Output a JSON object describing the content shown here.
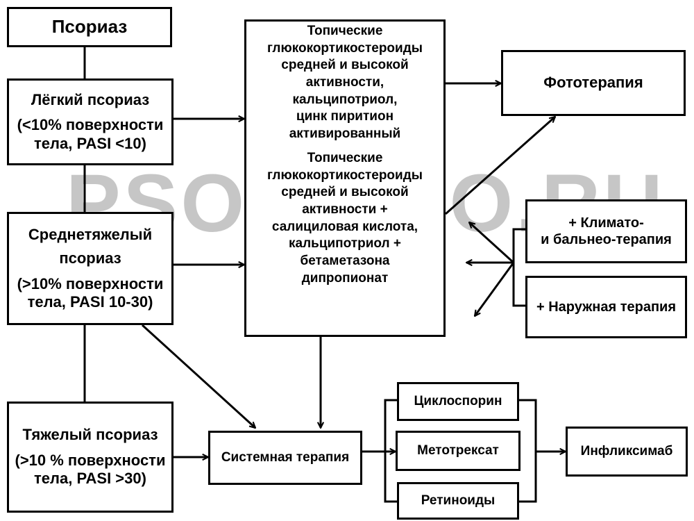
{
  "watermark": "PSORIAZO.RU",
  "nodes": {
    "psoriasis": "Псориаз",
    "mild_title": "Лёгкий псориаз",
    "mild_line1": "(<10% поверхности",
    "mild_line2": "тела, PASI <10)",
    "moderate_title1": "Среднетяжелый",
    "moderate_title2": "псориаз",
    "moderate_line1": "(>10% поверхности",
    "moderate_line2": "тела, PASI 10-30)",
    "severe_title": "Тяжелый псориаз",
    "severe_line1": "(>10 % поверхности",
    "severe_line2": "тела, PASI >30)",
    "topical_a": [
      "Топические",
      "глюкокортикостероиды",
      "средней и высокой",
      "активности,",
      "кальципотриол,",
      "цинк пиритион",
      "активированный"
    ],
    "topical_b": [
      "Топические",
      "глюкокортикостероиды",
      "средней и высокой",
      "активности +",
      "салициловая кислота,",
      "кальципотриол +",
      "бетаметазона",
      "дипропионат"
    ],
    "phototherapy": "Фототерапия",
    "climato1": "+ Климато-",
    "climato2": "и бальнео-терапия",
    "external": "+ Наружная терапия",
    "systemic": "Системная терапия",
    "cyclosporin": "Циклоспорин",
    "methotrexate": "Метотрексат",
    "retinoids": "Ретиноиды",
    "infliximab": "Инфликсимаб"
  }
}
